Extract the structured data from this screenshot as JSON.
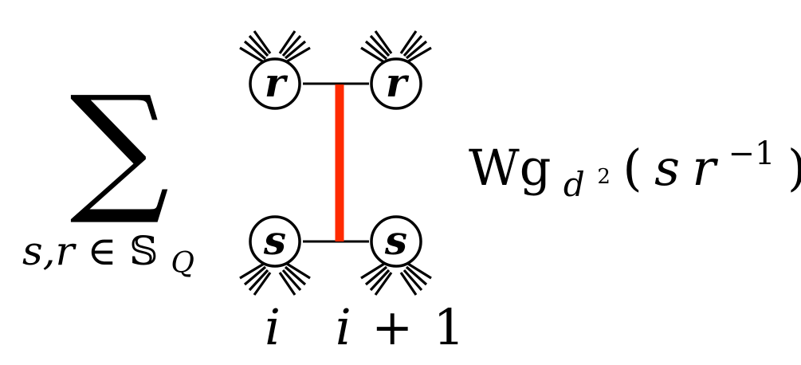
{
  "sum": {
    "symbol": "∑",
    "subscript_vars": "s,r",
    "subscript_in": "∈",
    "subscript_set": "𝕊",
    "subscript_set_index": "Q"
  },
  "nodes": {
    "top_left": "r",
    "top_right": "r",
    "bottom_left": "s",
    "bottom_right": "s"
  },
  "labels": {
    "left_site": "i",
    "right_site_var": "i",
    "right_site_op": "+",
    "right_site_num": "1"
  },
  "weingarten": {
    "name": "Wg",
    "subscript_base": "d",
    "subscript_exp": "2",
    "open_paren": "(",
    "arg_s": "s",
    "arg_r": "r",
    "arg_exp": "−1",
    "close_paren": ")"
  },
  "colors": {
    "ink": "#000000",
    "connector": "#ff2a00",
    "background": "#ffffff"
  }
}
